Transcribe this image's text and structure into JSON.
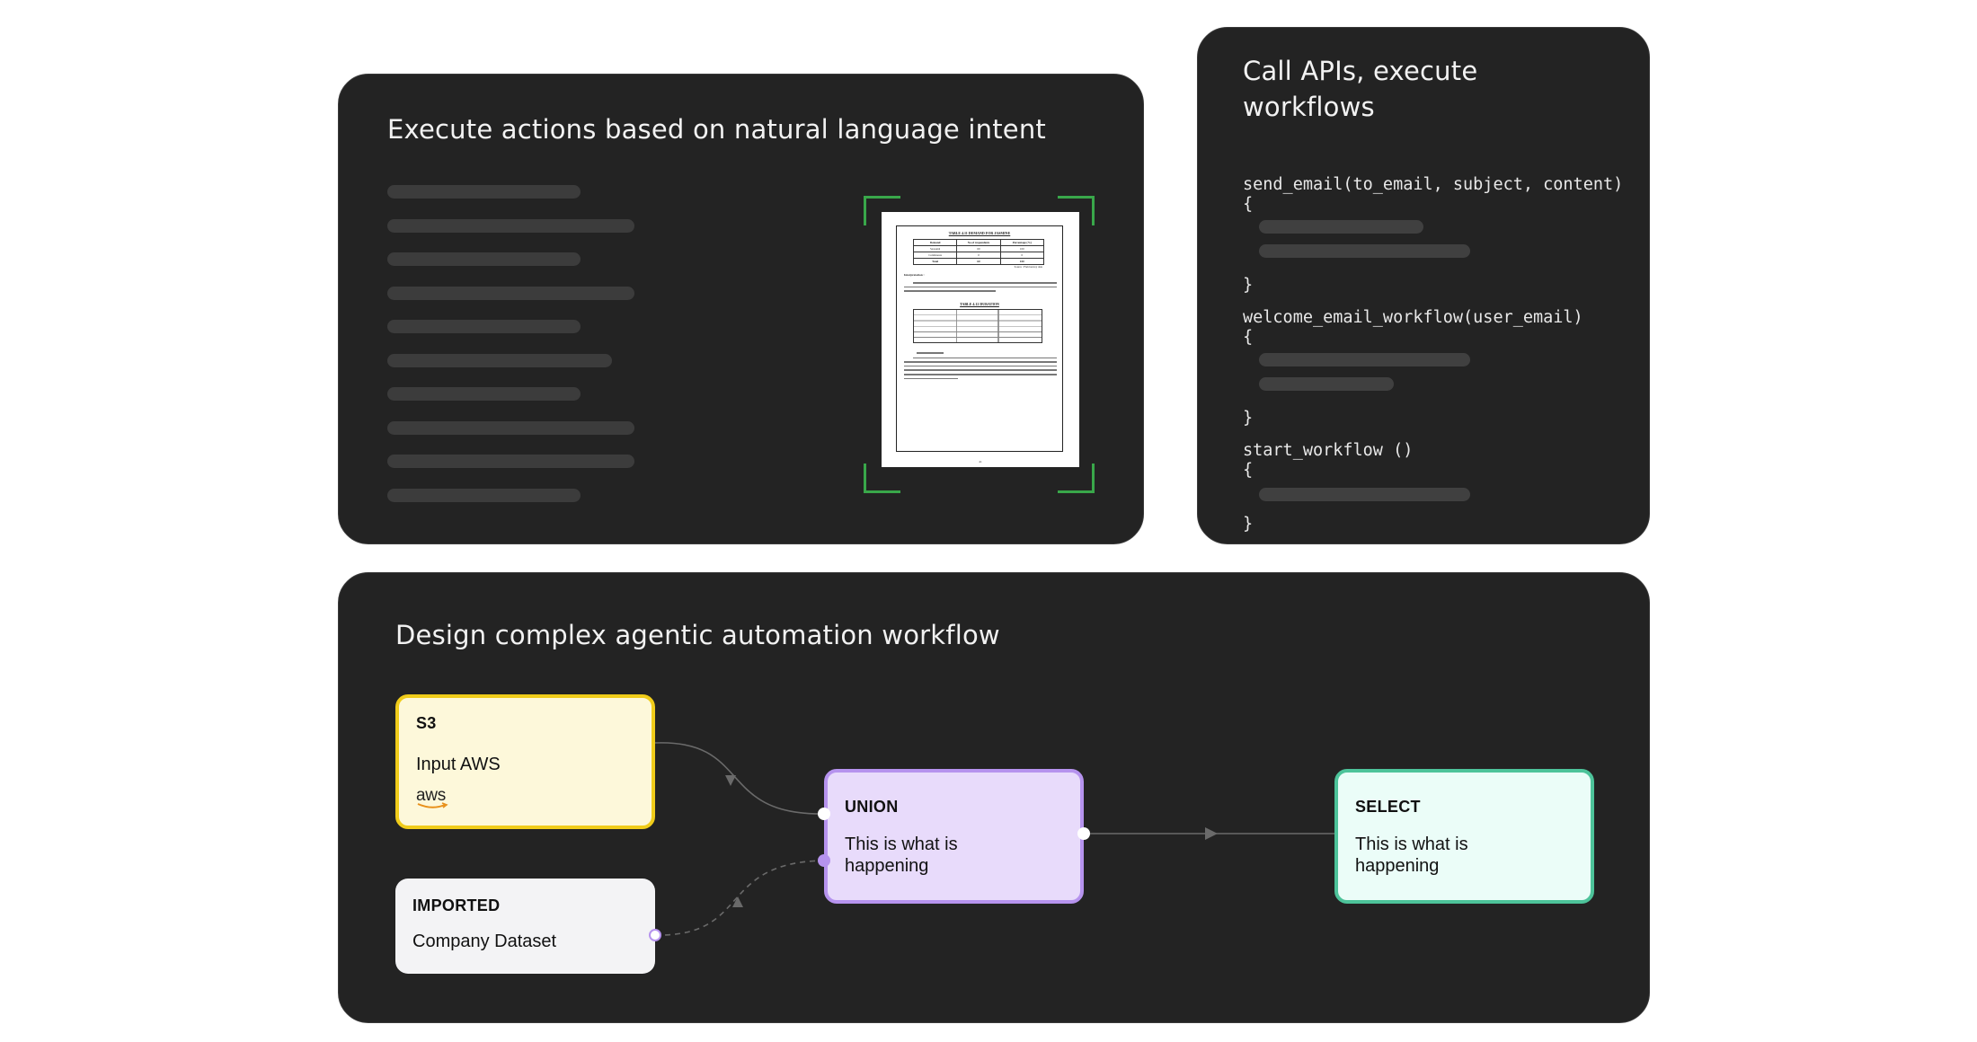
{
  "intent_card": {
    "title": "Execute actions based on natural language intent",
    "doc_preview": {
      "heading1": "TABLE 4.11 DEMAND FOR JASMINE",
      "table1_headers": [
        "Demand",
        "No of respondents",
        "Percentage (%)"
      ],
      "table1_rows": [
        [
          "Seasonal",
          "60",
          "100"
        ],
        [
          "Continuous",
          "0",
          "0"
        ],
        [
          "Total",
          "60",
          "100"
        ]
      ],
      "source1": "Source : Field survey data",
      "interp_label": "Interpretation :",
      "heading2": "TABLE 4.12 DURATION",
      "page_number": "41"
    }
  },
  "api_card": {
    "title": "Call APIs, execute workflows",
    "blocks": [
      {
        "signature": "send_email(to_email, subject, content)",
        "open": "{",
        "close": "}"
      },
      {
        "signature": "welcome_email_workflow(user_email)",
        "open": "{",
        "close": "}"
      },
      {
        "signature": "start_workflow ()",
        "open": "{",
        "close": "}"
      }
    ]
  },
  "workflow_card": {
    "title": "Design complex agentic automation workflow",
    "nodes": {
      "s3": {
        "type_label": "S3",
        "body": "Input AWS",
        "logo_text": "aws",
        "color": "#fdf8da",
        "border": "#f0cc1a"
      },
      "imported": {
        "type_label": "IMPORTED",
        "body": "Company Dataset",
        "color": "#f3f3f5"
      },
      "union": {
        "type_label": "UNION",
        "body_line1": "This is what is",
        "body_line2": "happening",
        "color": "#e8dbfb",
        "border": "#b693ee"
      },
      "select": {
        "type_label": "SELECT",
        "body_line1": "This is what is",
        "body_line2": "happening",
        "color": "#ebfdf8",
        "border": "#4dc39a"
      }
    }
  },
  "colors": {
    "card_bg": "#232323",
    "skeleton": "#3c3c3c",
    "bracket": "#39a74a",
    "edge": "#6a6a6a"
  }
}
